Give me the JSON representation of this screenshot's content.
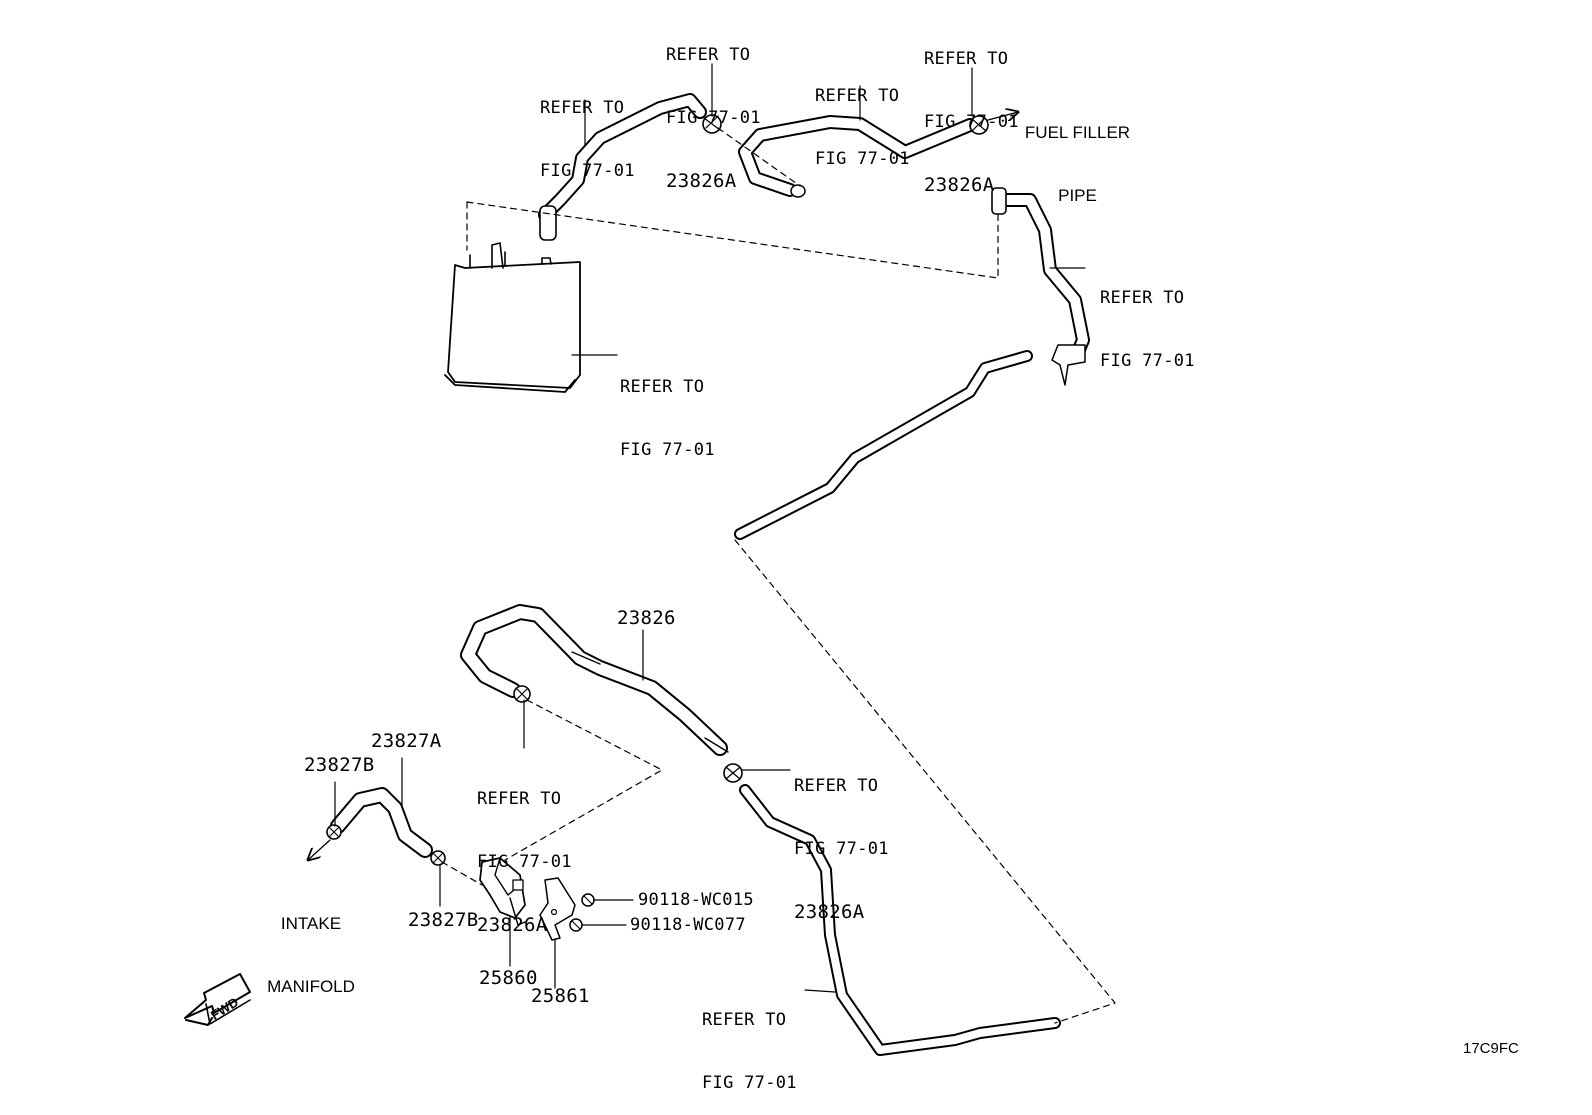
{
  "refer": {
    "l1": "REFER TO",
    "l2": "FIG 77-01"
  },
  "parts": {
    "p23826": "23826",
    "p23826A": "23826A",
    "p23827A": "23827A",
    "p23827B": "23827B",
    "p25860": "25860",
    "p25861": "25861",
    "p90118_WC015": "90118-WC015",
    "p90118_WC077": "90118-WC077"
  },
  "destinations": {
    "fuel_filler": {
      "l1": "FUEL FILLER",
      "l2": "PIPE"
    },
    "intake": {
      "l1": "INTAKE",
      "l2": "MANIFOLD"
    }
  },
  "fwd_label": "FWD",
  "figure_code": "17C9FC"
}
